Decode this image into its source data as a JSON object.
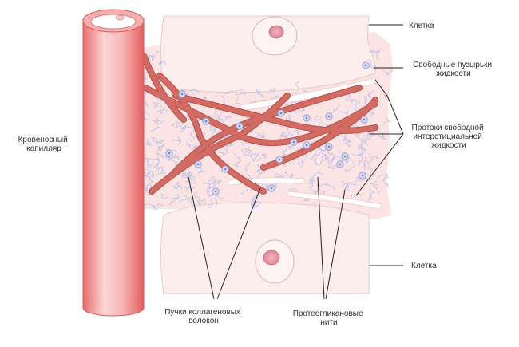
{
  "labels": {
    "cell_top": "Клетка",
    "free_vesicles": [
      "Свободные пузырьки",
      "жидкости"
    ],
    "free_channels": [
      "Протоки свободной",
      "интерстициальной",
      "жидкости"
    ],
    "capillary": [
      "Кровеносный",
      "капилляр"
    ],
    "cell_bottom": "Клетка",
    "collagen": [
      "Пучки коллагеновых",
      "волокон"
    ],
    "proteoglycan": [
      "Протеогликановые",
      "нити"
    ]
  },
  "colors": {
    "interstitium": "#fbe4e3",
    "cell": "#fdeeee",
    "cell_outline": "#e9c9c8",
    "capillary_light": "#fbd0d0",
    "capillary_dark": "#e66a6a",
    "collagen_fill": "#d26b64",
    "collagen_stroke": "#b84f48",
    "proteoglycan": "#bfc3e6",
    "vesicle": "#b3b8df",
    "nucleus": "#e8a0ab",
    "leader": "#222222"
  }
}
